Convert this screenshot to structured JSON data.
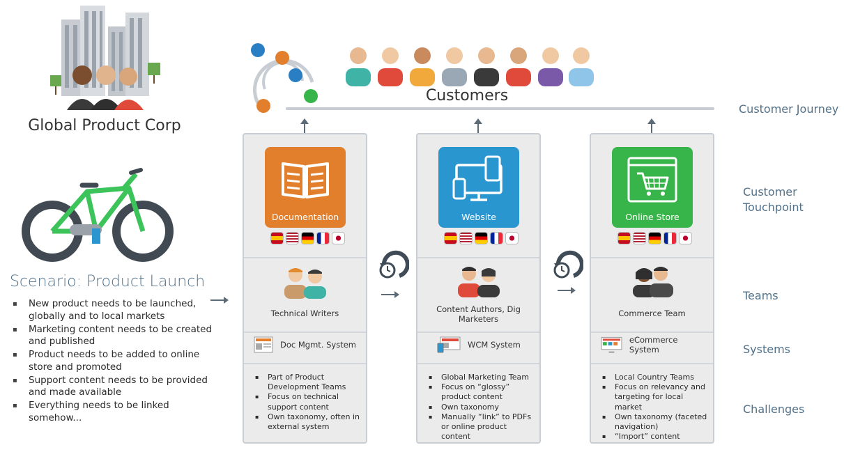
{
  "company": {
    "name": "Global Product Corp"
  },
  "scenario": {
    "title": "Scenario: Product Launch",
    "bullets": [
      "New product needs to be launched, globally and to local markets",
      "Marketing content needs to be created and published",
      "Product needs to be added to online store and promoted",
      "Support content needs to be provided and made available",
      "Everything needs to be linked somehow..."
    ]
  },
  "customers": {
    "label": "Customers"
  },
  "row_labels": {
    "journey": "Customer Journey",
    "touchpoint": "Customer Touchpoint",
    "teams": "Teams",
    "systems": "Systems",
    "challenges": "Challenges"
  },
  "columns": [
    {
      "touchpoint": "Documentation",
      "team": "Technical Writers",
      "system": "Doc Mgmt. System",
      "challenges": [
        "Part of Product Development Teams",
        "Focus on technical support content",
        "Own taxonomy, often in external system"
      ]
    },
    {
      "touchpoint": "Website",
      "team": "Content Authors, Dig Marketers",
      "system": "WCM System",
      "challenges": [
        "Global Marketing Team",
        "Focus on “glossy” product content",
        "Own taxonomy",
        "Manually “link” to PDFs or online product content"
      ]
    },
    {
      "touchpoint": "Online Store",
      "team": "Commerce Team",
      "system": "eCommerce System",
      "challenges": [
        "Local Country Teams",
        "Focus on relevancy and targeting for local market",
        "Own taxonomy (faceted navigation)",
        "“Import” content"
      ]
    }
  ],
  "colors": {
    "documentation": "#e17f2c",
    "website": "#2a96cf",
    "online_store": "#38b54a",
    "bike_frame": "#3cc35a",
    "accent_text": "#51718a"
  },
  "icons": [
    "building-icon",
    "people-icon",
    "bicycle-icon",
    "cycle-dots-icon",
    "book-icon",
    "devices-icon",
    "shopping-cart-icon",
    "flag-icon",
    "clock-refresh-icon",
    "document-icon",
    "monitor-icon",
    "arrow-right-icon",
    "arrow-up-icon"
  ]
}
